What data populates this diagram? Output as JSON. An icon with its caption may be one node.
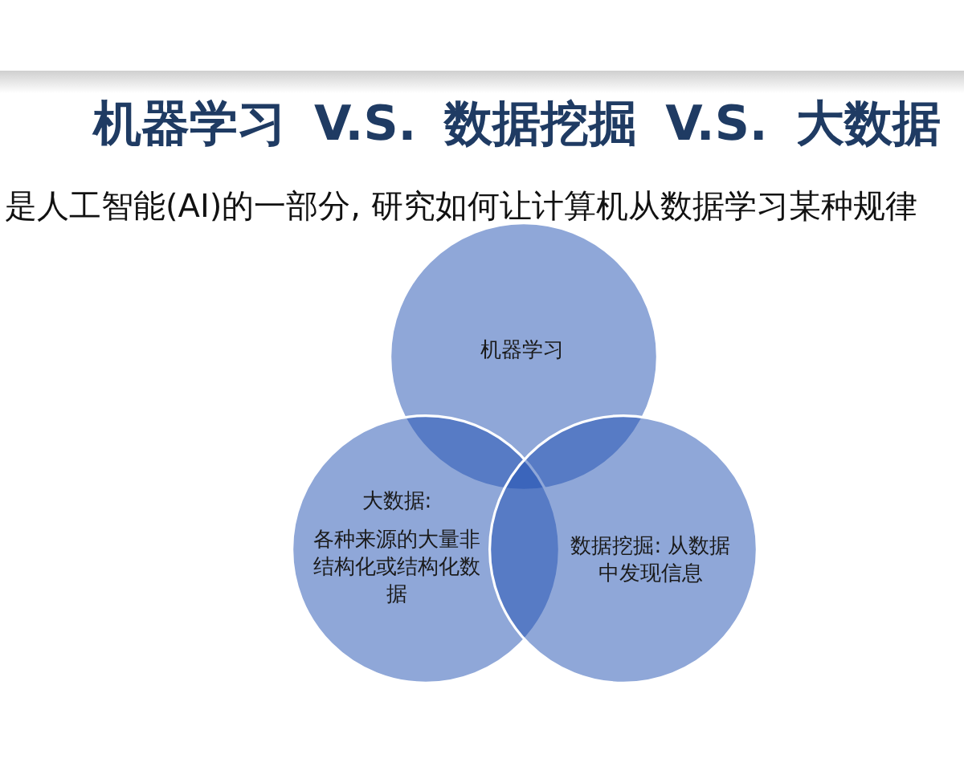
{
  "diagram": {
    "title": "机器学习 V.S. 数据挖掘 V.S. 大数据",
    "nodes": [
      {
        "text": [
          "机器学习"
        ]
      },
      {
        "text": [
          "大数据:",
          "各种来源的大量非结构化或结构化数据"
        ]
      },
      {
        "text": [
          "数据挖掘: 从数据中发现信息"
        ]
      }
    ],
    "labels": [
      "是人工智能(AI)的一部分, 研究如何让计算机从数据学习某种规律"
    ]
  }
}
